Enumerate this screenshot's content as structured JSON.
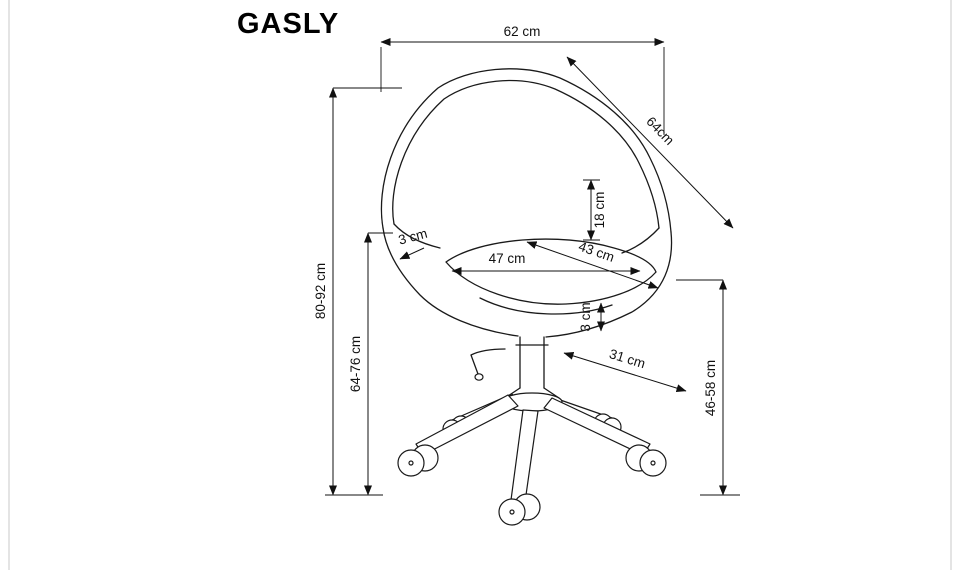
{
  "title": "GASLY",
  "dimension_labels": {
    "top_width": "62 cm",
    "back_diagonal": "64cm",
    "backrest_height": "18 cm",
    "armrest_thickness": "3 cm",
    "seat_width": "47 cm",
    "seat_depth": "43 cm",
    "cushion_thickness": "3 cm",
    "total_height": "80-92 cm",
    "height_to_armrest": "64-76 cm",
    "base_leg_length": "31 cm",
    "seat_height": "46-58 cm"
  }
}
